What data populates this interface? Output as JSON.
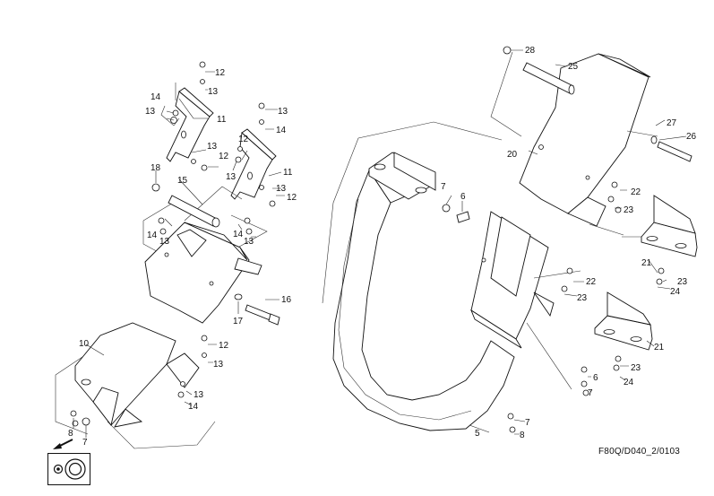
{
  "drawing_code": "F80Q/D040_2/0103",
  "callouts": [
    "12",
    "13",
    "14",
    "13",
    "11",
    "13",
    "12",
    "13",
    "14",
    "12",
    "13",
    "11",
    "13",
    "12",
    "18",
    "15",
    "14",
    "13",
    "14",
    "13",
    "16",
    "17",
    "10",
    "12",
    "13",
    "13",
    "14",
    "8",
    "7",
    "28",
    "25",
    "27",
    "26",
    "20",
    "22",
    "23",
    "7",
    "6",
    "21",
    "23",
    "24",
    "22",
    "23",
    "21",
    "23",
    "24",
    "6",
    "7",
    "5",
    "7",
    "8"
  ],
  "icons": {
    "direction": "arrow-down-left-icon",
    "legend": "bearing-symbol-icon"
  }
}
